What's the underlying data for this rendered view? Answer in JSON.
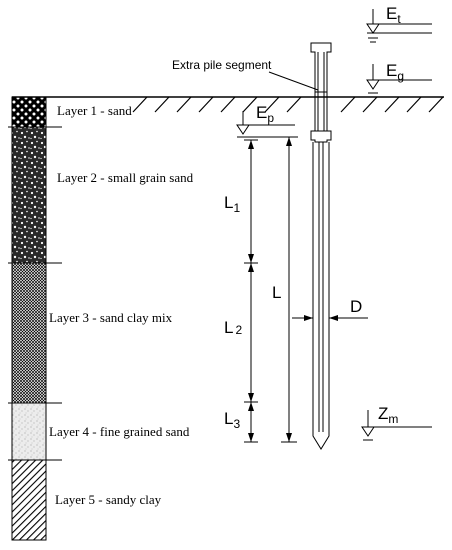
{
  "layers": [
    {
      "label": "Layer 1 - sand",
      "pattern": "dots-on-black"
    },
    {
      "label": "Layer 2 - small grain sand",
      "pattern": "mottled-dark"
    },
    {
      "label": "Layer 3 - sand clay mix",
      "pattern": "fine-cross-hatch"
    },
    {
      "label": "Layer 4 - fine grained sand",
      "pattern": "light-stipple"
    },
    {
      "label": "Layer 5 - sandy clay",
      "pattern": "diagonal-hatch"
    }
  ],
  "extra_pile_segment_label": "Extra pile segment",
  "symbols": {
    "Et": {
      "main": "E",
      "sub": "t"
    },
    "Eg": {
      "main": "E",
      "sub": "g"
    },
    "Ep": {
      "main": "E",
      "sub": "p"
    },
    "Zm": {
      "main": "Z",
      "sub": "m"
    },
    "L1": {
      "main": "L",
      "sub": "1"
    },
    "L2": {
      "main": "L",
      "sub": "2"
    },
    "L3": {
      "main": "L",
      "sub": "3"
    },
    "L": {
      "main": "L",
      "sub": ""
    },
    "D": {
      "main": "D",
      "sub": ""
    }
  },
  "colors": {
    "ink": "#000000",
    "background": "#ffffff",
    "layer4_fill": "#ececec"
  }
}
